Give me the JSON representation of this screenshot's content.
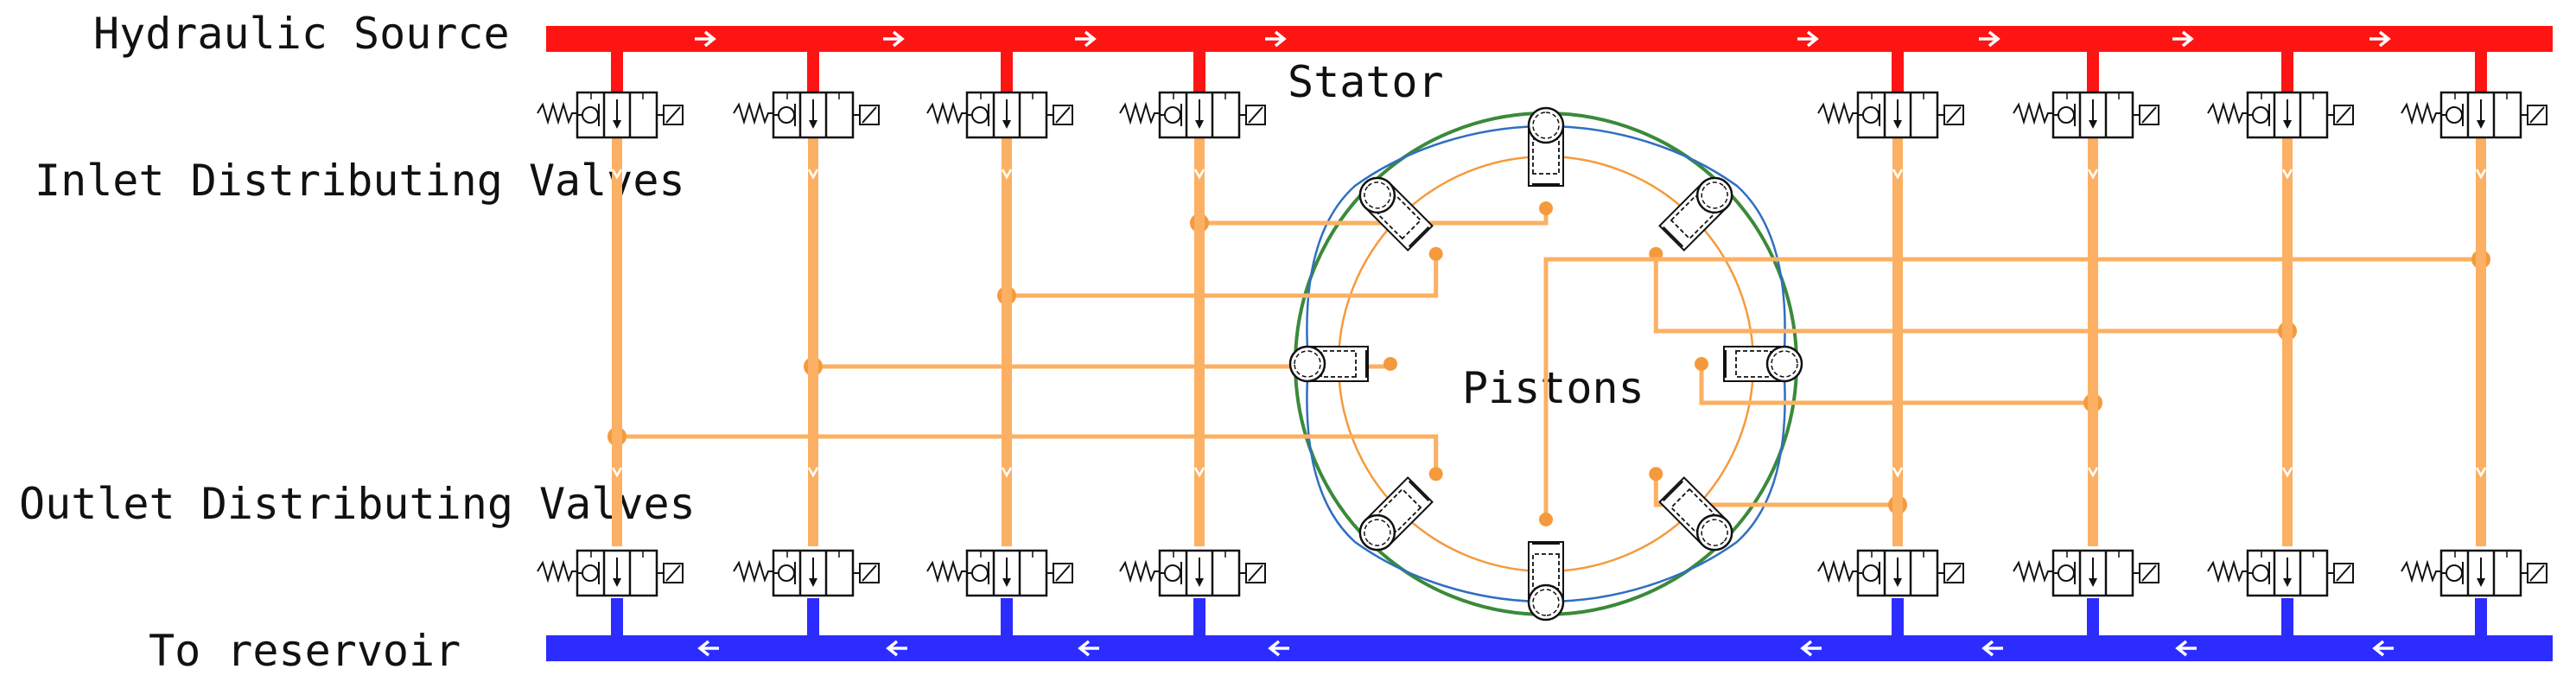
{
  "labels": {
    "hydraulic_source": "Hydraulic Source",
    "inlet_valves": "Inlet Distributing Valves",
    "outlet_valves": "Outlet Distributing Valves",
    "to_reservoir": "To reservoir",
    "stator": "Stator",
    "pistons": "Pistons"
  },
  "colors": {
    "supply_line": "#ff1414",
    "return_line": "#2c2cff",
    "branch_line": "#fbb063",
    "stator_outer": "#3a8a3a",
    "stator_cam": "#2f6fc0",
    "piston_circle": "#f59a3c",
    "symbol": "#111111"
  },
  "counts": {
    "inlet_valves": 8,
    "outlet_valves": 8,
    "pistons": 8
  },
  "icons": [
    "spring-icon",
    "check-valve-icon",
    "solenoid-icon",
    "flow-arrow-icon"
  ]
}
